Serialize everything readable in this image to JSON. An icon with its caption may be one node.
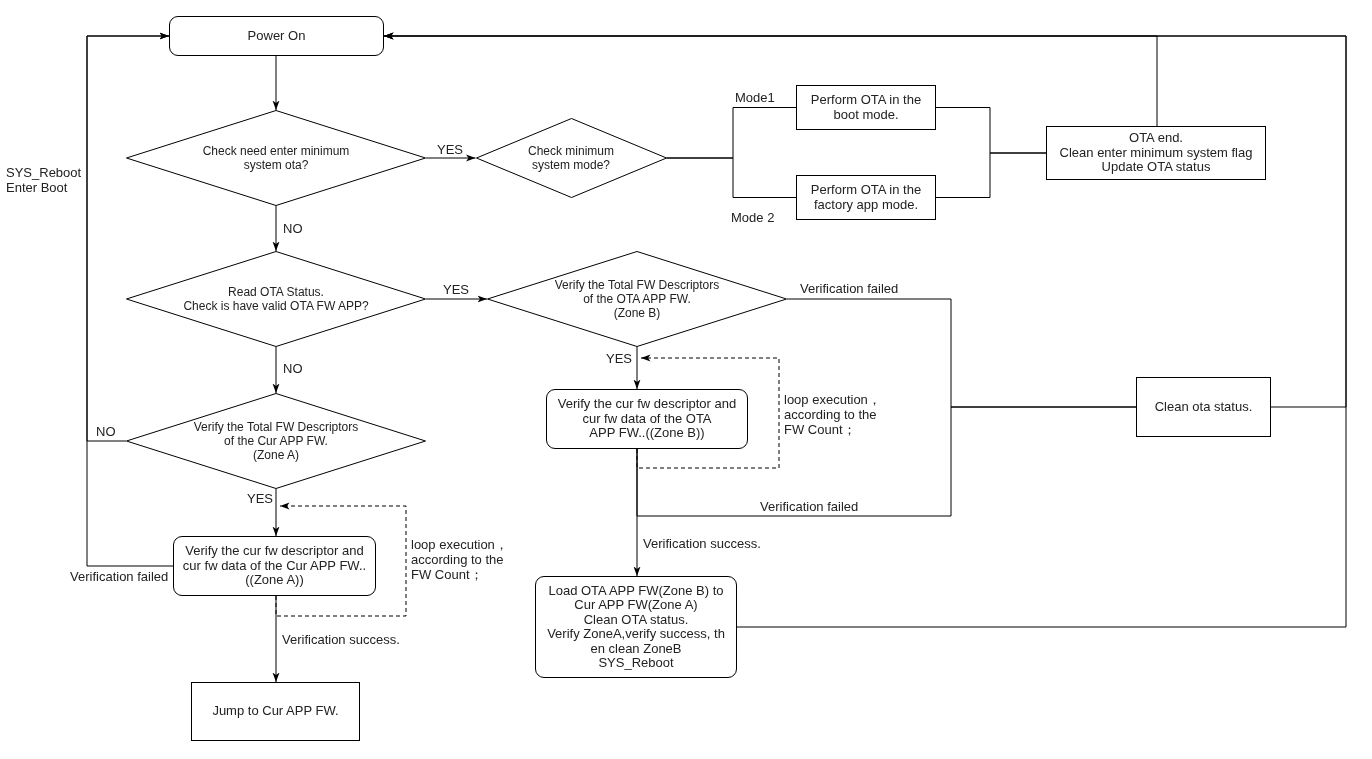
{
  "diagram": {
    "nodes": [
      {
        "text": [
          "Power On"
        ]
      },
      {
        "text": [
          "Check need enter minimum system ota?"
        ]
      },
      {
        "text": [
          "Check minimum system mode?"
        ]
      },
      {
        "text": [
          "Perform OTA in the boot mode."
        ]
      },
      {
        "text": [
          "Perform OTA in the factory app mode."
        ]
      },
      {
        "text": [
          "OTA end. Clean enter minimum system flag Update OTA status"
        ]
      },
      {
        "text": [
          "Read OTA Status. Check is have valid OTA FW APP?"
        ]
      },
      {
        "text": [
          "Verify the Total FW Descriptors of the OTA APP FW. (Zone B)"
        ]
      },
      {
        "text": [
          "Verify the Total FW Descriptors of the Cur APP FW. (Zone A)"
        ]
      },
      {
        "text": [
          "Verify the cur fw descriptor and cur fw data of the OTA APP FW..((Zone B))"
        ]
      },
      {
        "text": [
          "Clean ota status."
        ]
      },
      {
        "text": [
          "Verify the cur fw descriptor and cur fw data of the Cur APP FW.. ((Zone A))"
        ]
      },
      {
        "text": [
          "Load OTA APP FW(Zone B) to Cur APP FW(Zone A) Clean OTA status. Verify ZoneA,verify success, th en clean ZoneB SYS_Reboot"
        ]
      },
      {
        "text": [
          "Jump to Cur APP FW."
        ]
      }
    ],
    "edges": [
      {
        "from": 0,
        "to": 1,
        "arrow": "to"
      },
      {
        "from": 1,
        "to": 2,
        "arrow": "to",
        "label": "YES"
      },
      {
        "from": 1,
        "to": 6,
        "arrow": "to",
        "label": "NO"
      },
      {
        "from": 2,
        "to": 3,
        "arrow": "none",
        "label": "Mode1"
      },
      {
        "from": 2,
        "to": 4,
        "arrow": "none",
        "label": "Mode 2"
      },
      {
        "from": 3,
        "to": 5,
        "arrow": "none"
      },
      {
        "from": 4,
        "to": 5,
        "arrow": "none"
      },
      {
        "from": 5,
        "to": 0,
        "arrow": "to"
      },
      {
        "from": 6,
        "to": 7,
        "arrow": "to",
        "label": "YES"
      },
      {
        "from": 6,
        "to": 8,
        "arrow": "to",
        "label": "NO"
      },
      {
        "from": 7,
        "to": 9,
        "arrow": "to",
        "label": "YES"
      },
      {
        "from": 7,
        "to": 10,
        "arrow": "none",
        "label": "Verification failed"
      },
      {
        "from": 9,
        "to": 10,
        "arrow": "none",
        "label": "Verification failed"
      },
      {
        "from": 9,
        "to": 12,
        "arrow": "to",
        "label": "Verification success."
      },
      {
        "from": 10,
        "to": 0,
        "arrow": "to"
      },
      {
        "from": 12,
        "to": 0,
        "arrow": "to"
      },
      {
        "from": 8,
        "to": 0,
        "arrow": "to",
        "label": "NO"
      },
      {
        "from": 11,
        "to": 0,
        "arrow": "to",
        "label": "Verification failed"
      },
      {
        "from": 8,
        "to": 11,
        "arrow": "to",
        "label": "YES"
      },
      {
        "from": 11,
        "to": 11,
        "arrow": "to",
        "style": "dashed",
        "label": "loop execution， according to the FW Count；"
      },
      {
        "from": 9,
        "to": 9,
        "arrow": "to",
        "style": "dashed",
        "label": "loop execution， according to the FW Count；"
      },
      {
        "from": 11,
        "to": 13,
        "arrow": "to",
        "label": "Verification success."
      }
    ],
    "labels": [
      "SYS_Reboot Enter Boot"
    ]
  }
}
